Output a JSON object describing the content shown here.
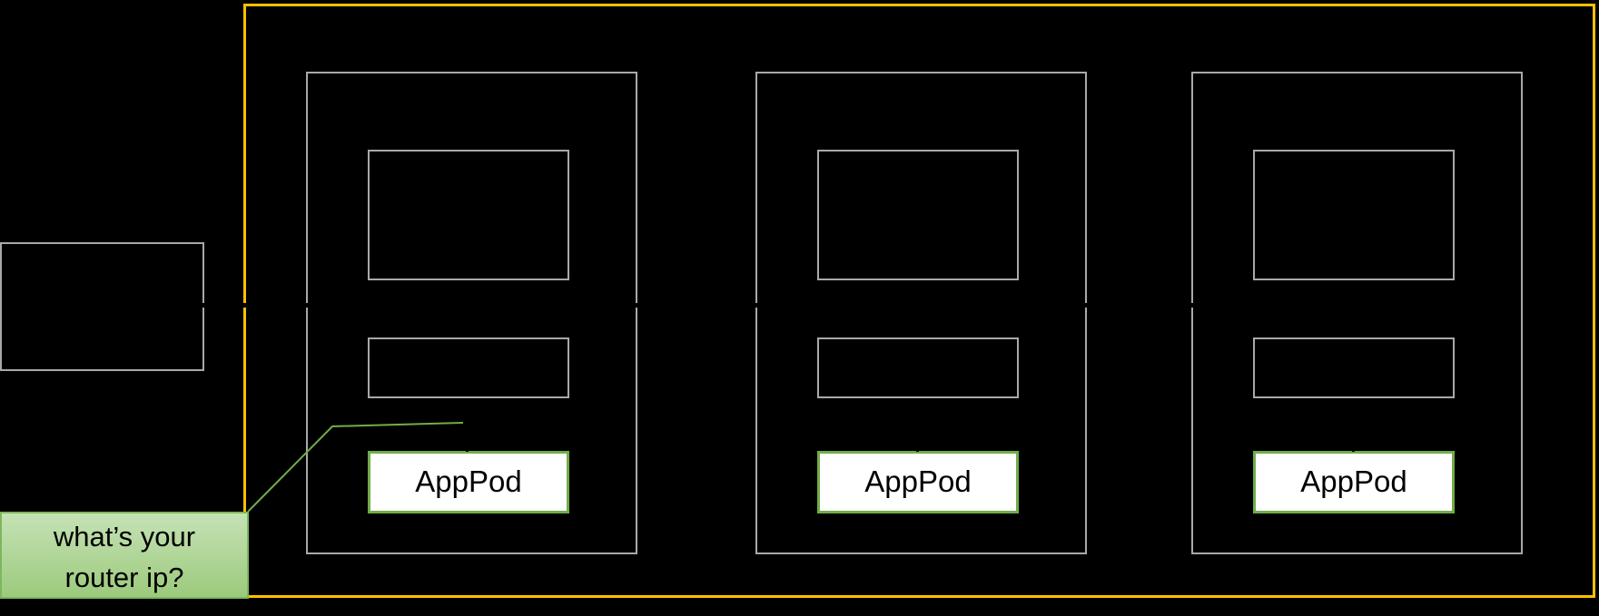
{
  "diagram": {
    "nodes": [
      {
        "pod_label": "AppPod"
      },
      {
        "pod_label": "AppPod"
      },
      {
        "pod_label": "AppPod"
      }
    ],
    "callout": {
      "line1": "what’s your",
      "line2": "router ip?"
    },
    "colors": {
      "orange": "#FFC000",
      "gray": "#A9A9A9",
      "green": "#70AD47",
      "callout_top": "#C6E2B5",
      "callout_bottom": "#9CCA7D",
      "callout_border": "#7DB75C",
      "pod_bg": "#FFFFFF",
      "text": "#000000"
    }
  }
}
